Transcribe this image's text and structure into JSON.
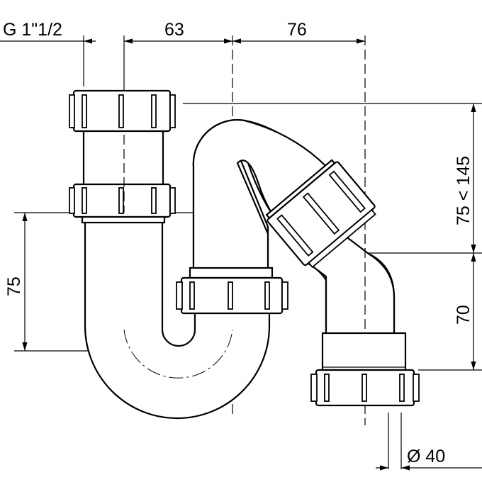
{
  "drawing": {
    "title": "Siphon dimensional drawing",
    "dimensions": {
      "thread": "G 1\"1/2",
      "horizontal_offset_1": "63",
      "horizontal_offset_2": "76",
      "adjustable_height": "75 < 145",
      "outlet_height": "70",
      "inlet_height": "75",
      "outlet_diameter": "Ø 40"
    },
    "colors": {
      "line": "#000000",
      "background": "#ffffff"
    }
  }
}
